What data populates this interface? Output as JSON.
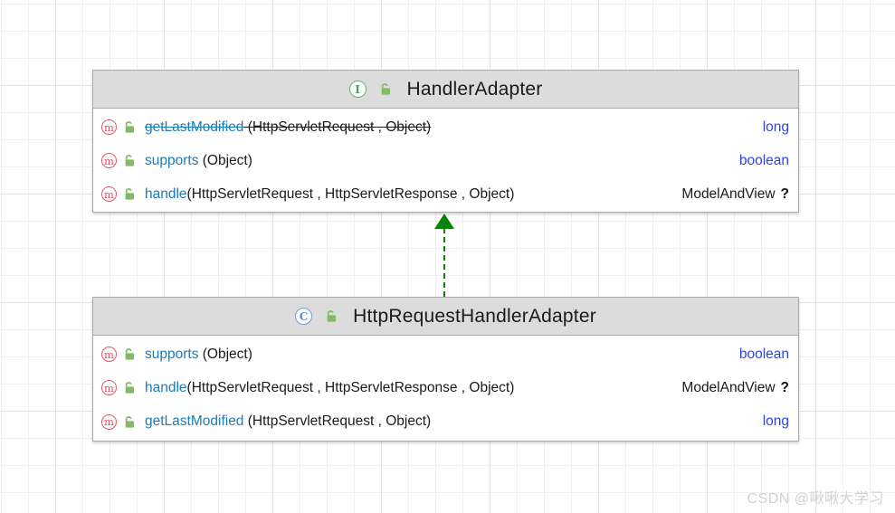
{
  "watermark": "CSDN @啾啾大学习",
  "icons": {
    "method_letter": "m",
    "interface_letter": "I",
    "class_letter": "C",
    "lock": "public-open-lock-icon"
  },
  "colors": {
    "method_name": "#1d7bb5",
    "param_text": "#1a1a1a",
    "return_keyword_blue": "#2b46e0",
    "header_bg": "#dcdcdc",
    "node_border": "#a9a9a9",
    "arrow_green": "#0a8209",
    "method_icon_red": "#dd5365",
    "interface_icon_green": "#62b464",
    "class_icon_blue": "#6f9be2",
    "lock_green": "#82bb64"
  },
  "nodes": [
    {
      "kind": "interface",
      "kind_letter": "I",
      "title": "HandlerAdapter",
      "methods": [
        {
          "name": "getLastModified",
          "params": " (HttpServletRequest , Object)",
          "return_type": "long",
          "deprecated": true
        },
        {
          "name": "supports",
          "params": " (Object)",
          "return_type": "boolean",
          "deprecated": false
        },
        {
          "name": "handle",
          "params": "(HttpServletRequest , HttpServletResponse , Object)",
          "return_type": "ModelAndView",
          "nullable_mark": "?",
          "deprecated": false
        }
      ]
    },
    {
      "kind": "class",
      "kind_letter": "C",
      "title": "HttpRequestHandlerAdapter",
      "methods": [
        {
          "name": "supports",
          "params": " (Object)",
          "return_type": "boolean",
          "deprecated": false
        },
        {
          "name": "handle",
          "params": "(HttpServletRequest , HttpServletResponse , Object)",
          "return_type": "ModelAndView",
          "nullable_mark": "?",
          "deprecated": false
        },
        {
          "name": "getLastModified",
          "params": " (HttpServletRequest , Object)",
          "return_type": "long",
          "deprecated": false
        }
      ]
    }
  ],
  "edge": {
    "type": "realization",
    "from": "HttpRequestHandlerAdapter",
    "to": "HandlerAdapter"
  }
}
